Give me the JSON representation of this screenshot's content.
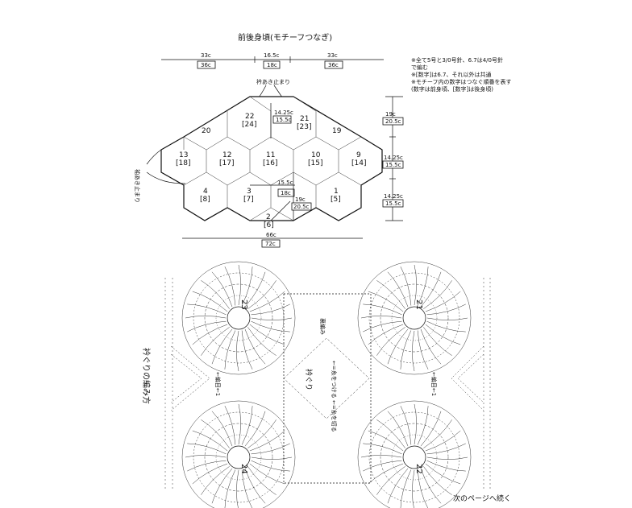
{
  "title": "前後身頃(モチーフつなぎ)",
  "top_dims": [
    {
      "main": "33c",
      "boxed": "36c"
    },
    {
      "main": "16.5c",
      "boxed": "18c"
    },
    {
      "main": "33c",
      "boxed": "36c"
    }
  ],
  "right_dims": [
    {
      "main": "19c",
      "boxed": "20.5c"
    },
    {
      "main": "14.25c",
      "boxed": "15.5c"
    },
    {
      "main": "14.25c",
      "boxed": "15.5c"
    }
  ],
  "bottom_dim": {
    "main": "66c",
    "boxed": "72c"
  },
  "center_top_dim": {
    "main": "14.25c",
    "boxed": "15.5c"
  },
  "center_low_dim": {
    "main": "15.5c",
    "boxed": "18c"
  },
  "center_low_dim2": {
    "main": "19c",
    "boxed": "20.5c"
  },
  "label_neck_stop": "衿あき止まり",
  "label_side_stop": "袖あき止まり",
  "motifs": [
    {
      "n": "22",
      "b": "[24]"
    },
    {
      "n": "21",
      "b": "[23]"
    },
    {
      "n": "20",
      "b": ""
    },
    {
      "n": "19",
      "b": ""
    },
    {
      "n": "13",
      "b": "[18]"
    },
    {
      "n": "12",
      "b": "[17]"
    },
    {
      "n": "11",
      "b": "[16]"
    },
    {
      "n": "10",
      "b": "[15]"
    },
    {
      "n": "9",
      "b": "[14]"
    },
    {
      "n": "4",
      "b": "[8]"
    },
    {
      "n": "3",
      "b": "[7]"
    },
    {
      "n": "1",
      "b": "[5]"
    },
    {
      "n": "2",
      "b": "[6]"
    }
  ],
  "notes": [
    "※全て5号と3/0号針、6.7は4/0号針",
    "  で編む",
    "※[数字]は6.7、それ以外は共通",
    "※モチーフ内の数字はつなぐ順番を表す",
    "  (数字は前身頃、[数字]は後身頃)"
  ],
  "lower_title": "衿ぐりの編み方",
  "lower_center": "衿ぐり",
  "lower_mid_note": "←=糸をつける  ←=糸を切る",
  "lower_mid_note2": "裏編み",
  "lower_side_left": "←編目←1",
  "lower_side_right": "←編目←1",
  "lower_motifs": [
    "23",
    "21",
    "24",
    "22"
  ],
  "footer": "次のページへ続く"
}
